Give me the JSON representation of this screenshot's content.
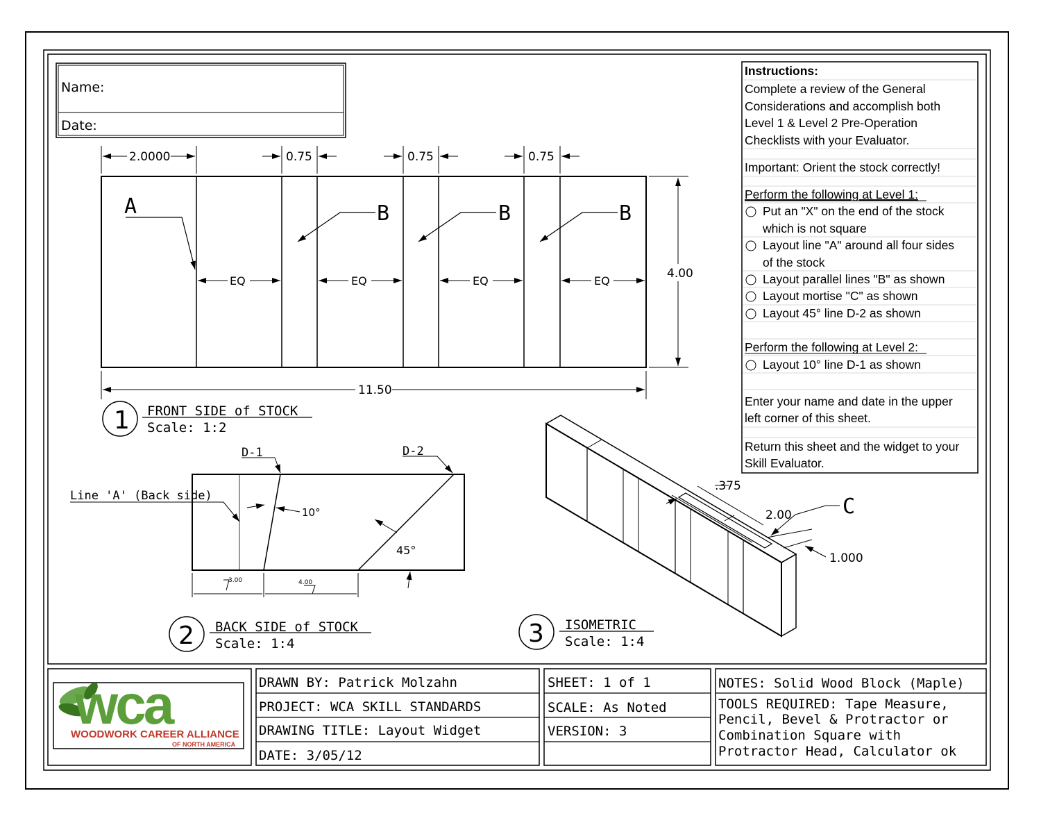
{
  "name_box": {
    "name_label": "Name:",
    "date_label": "Date:"
  },
  "front_view": {
    "dims_top": [
      "2.0000",
      "0.75",
      "0.75",
      "0.75"
    ],
    "height_dim": "4.00",
    "length_dim": "11.50",
    "label_a": "A",
    "label_b": "B",
    "eq": "EQ",
    "view_number": "1",
    "title": "FRONT SIDE of STOCK",
    "scale": "Scale: 1:2"
  },
  "back_view": {
    "d1": "D-1",
    "d2": "D-2",
    "line_a_label": "Line 'A' (Back side)",
    "angle_10": "10°",
    "angle_45": "45°",
    "dim_300": "3.00",
    "dim_400": "4.00",
    "view_number": "2",
    "title": "BACK SIDE of STOCK",
    "scale": "Scale: 1:4"
  },
  "iso_view": {
    "dim_375": ".375",
    "dim_200": "2.00",
    "dim_1000": "1.000",
    "label_c": "C",
    "view_number": "3",
    "title": "ISOMETRIC",
    "scale": "Scale: 1:4"
  },
  "instructions": {
    "heading": "Instructions:",
    "intro": [
      "Complete a review of the General",
      "Considerations and accomplish both",
      "Level 1 & Level 2 Pre-Operation",
      "Checklists with your Evaluator."
    ],
    "important": "Important: Orient the stock correctly!",
    "level1_heading": "Perform the following at Level 1:",
    "level1_items": [
      [
        "Put an \"X\" on the end of the stock",
        "which is not square"
      ],
      [
        "Layout line \"A\" around all four sides",
        "of the stock"
      ],
      [
        "Layout parallel lines \"B\" as shown"
      ],
      [
        "Layout mortise \"C\" as shown"
      ],
      [
        "Layout 45° line D-2 as shown"
      ]
    ],
    "level2_heading": "Perform the following at Level 2:",
    "level2_items": [
      [
        "Layout 10° line D-1 as shown"
      ]
    ],
    "enter_name": [
      "Enter your name and date in the upper",
      "left corner of this sheet."
    ],
    "return": [
      "Return this sheet and the widget to your",
      "Skill Evaluator."
    ]
  },
  "title_block": {
    "logo_text": "wca",
    "logo_sub1": "WOODWORK CAREER ALLIANCE",
    "logo_sub2": "OF NORTH AMERICA",
    "drawn_by": "DRAWN BY: Patrick Molzahn",
    "project": "PROJECT: WCA SKILL STANDARDS",
    "drawing_title": "DRAWING TITLE: Layout Widget",
    "date": "DATE: 3/05/12",
    "sheet": "SHEET: 1 of 1",
    "scale": "SCALE: As Noted",
    "version": "VERSION: 3",
    "notes": "NOTES: Solid Wood Block (Maple)",
    "tools": [
      "TOOLS REQUIRED: Tape Measure,",
      "Pencil, Bevel & Protractor or",
      "Combination Square with",
      "Protractor Head, Calculator ok"
    ]
  },
  "colors": {
    "logo_green": "#6aa84f",
    "logo_dark_green": "#38761d",
    "logo_red": "#c0392b"
  }
}
